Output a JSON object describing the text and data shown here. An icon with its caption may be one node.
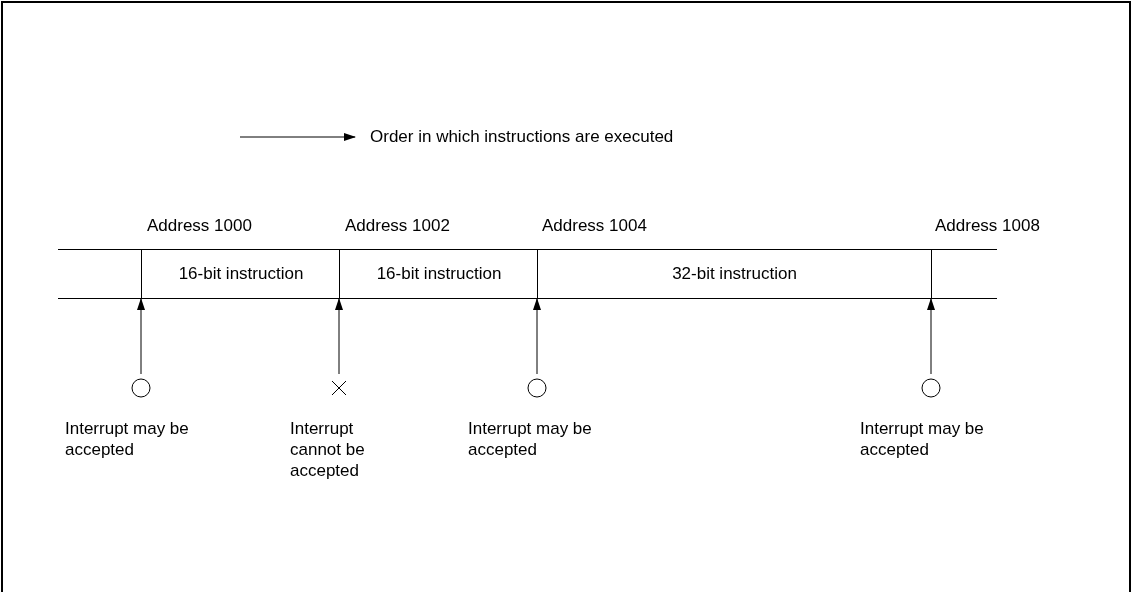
{
  "diagram": {
    "nodes": [
      {
        "text": [
          "16-bit instruction"
        ]
      },
      {
        "text": [
          "16-bit instruction"
        ]
      },
      {
        "text": [
          "32-bit instruction"
        ]
      },
      {
        "text": [],
        "shape": "circle",
        "beside": [
          "Interrupt may be accepted"
        ]
      },
      {
        "text": [],
        "shape": "cross",
        "beside": [
          "Interrupt cannot be accepted"
        ]
      },
      {
        "text": [],
        "shape": "circle",
        "beside": [
          "Interrupt may be accepted"
        ]
      },
      {
        "text": [],
        "shape": "circle",
        "beside": [
          "Interrupt may be accepted"
        ]
      }
    ],
    "edges": [
      {
        "from": 3,
        "to": 0,
        "arrow": "to"
      },
      {
        "from": 4,
        "to": 0,
        "arrow": "to"
      },
      {
        "from": 5,
        "to": 1,
        "arrow": "to"
      },
      {
        "from": 6,
        "to": 2,
        "arrow": "to"
      }
    ],
    "labels": [
      "Address 1000",
      "Address 1002",
      "Address 1004",
      "Address 1008"
    ],
    "legend": [
      {
        "text": "Order in which instructions are executed"
      }
    ]
  }
}
